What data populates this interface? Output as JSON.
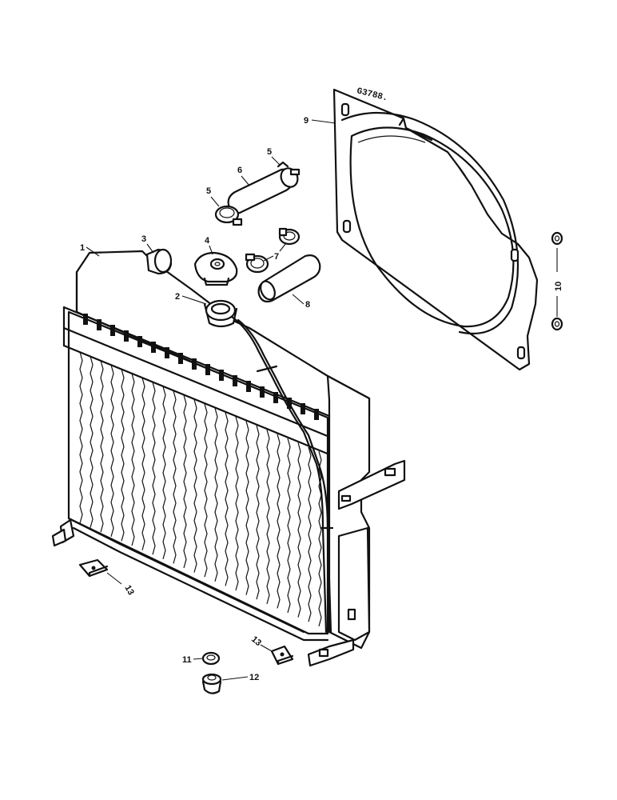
{
  "drawing_code": "G3788.",
  "callouts": [
    {
      "id": "1",
      "label": "1"
    },
    {
      "id": "2",
      "label": "2"
    },
    {
      "id": "3",
      "label": "3"
    },
    {
      "id": "4",
      "label": "4"
    },
    {
      "id": "5a",
      "label": "5"
    },
    {
      "id": "5b",
      "label": "5"
    },
    {
      "id": "6",
      "label": "6"
    },
    {
      "id": "7",
      "label": "7"
    },
    {
      "id": "8",
      "label": "8"
    },
    {
      "id": "9",
      "label": "9"
    },
    {
      "id": "10",
      "label": "10"
    },
    {
      "id": "11",
      "label": "11"
    },
    {
      "id": "12",
      "label": "12"
    },
    {
      "id": "13a",
      "label": "13"
    },
    {
      "id": "13b",
      "label": "13"
    }
  ]
}
